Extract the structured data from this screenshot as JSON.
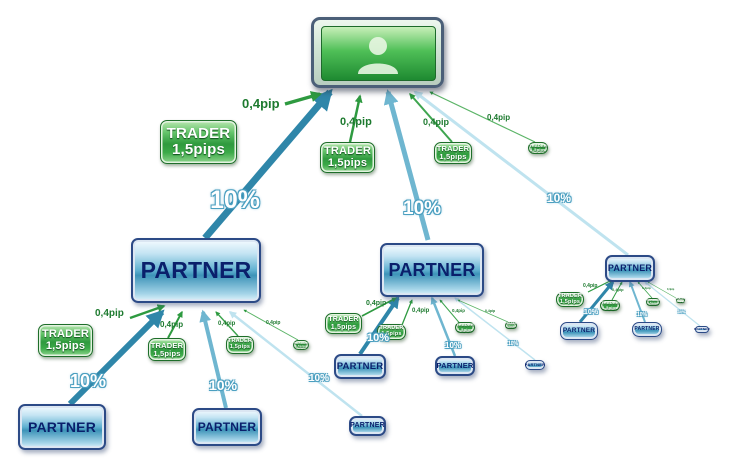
{
  "labels": {
    "partner": "PARTNER",
    "trader_line1": "TRADER",
    "trader_line2": "1,5pips",
    "pip": "0,4pip",
    "percent": "10%"
  },
  "icons": {
    "top": "user-icon"
  },
  "colors": {
    "arrow_dark": "#2f86a9",
    "arrow_light": "#bfe3ef",
    "pip_arrow": "#2e9a40",
    "partner_text": "#0a1f6b",
    "pip_text": "#1d7a2f"
  }
}
